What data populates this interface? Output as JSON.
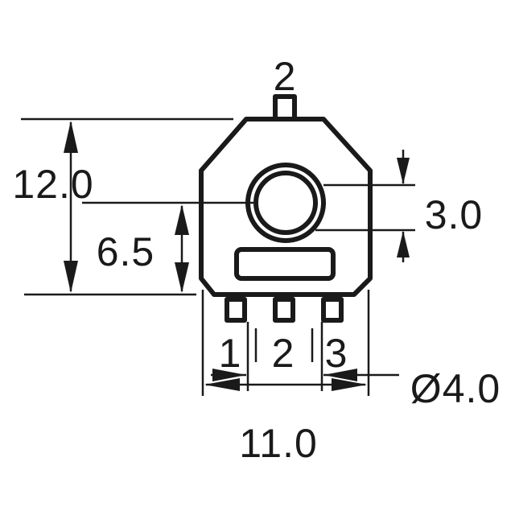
{
  "labels": {
    "top_pin": "2",
    "height_total": "12.0",
    "height_center": "6.5",
    "hole_size": "3.0",
    "pin_1": "1",
    "pin_2": "2",
    "pin_3": "3",
    "pin_spacing_dia": "Ø4.0",
    "width_total": "11.0"
  },
  "colors": {
    "ink": "#1a1a1a",
    "background": "#ffffff"
  }
}
